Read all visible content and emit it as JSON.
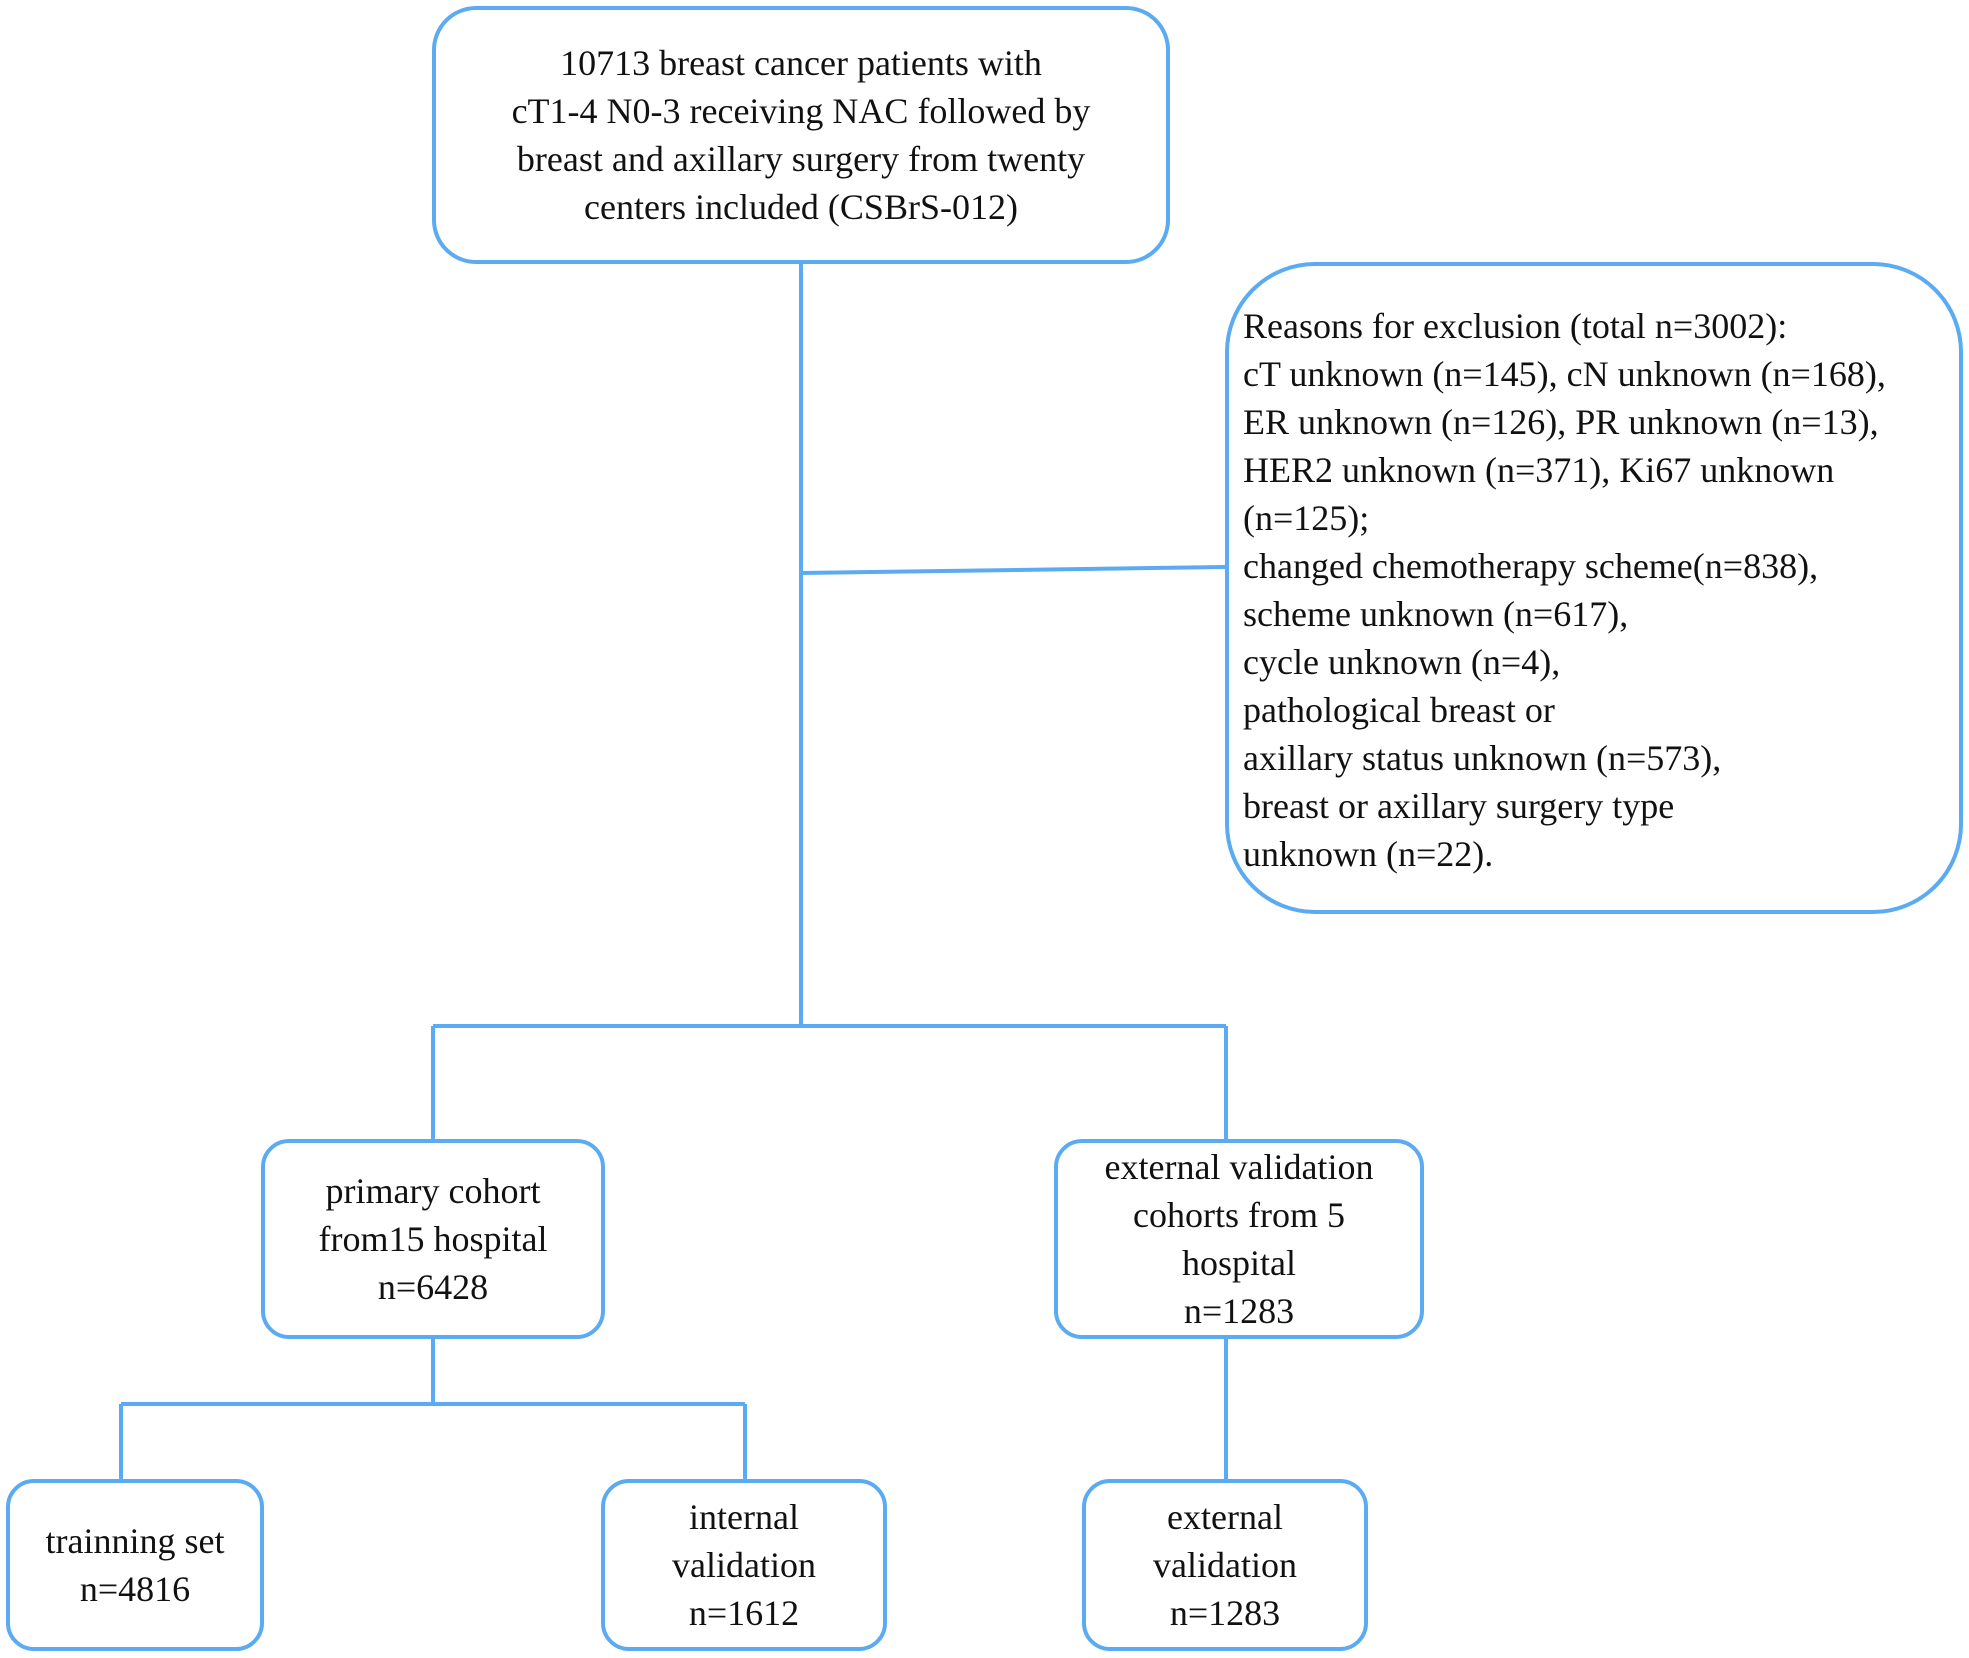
{
  "nodes": {
    "top": {
      "lines": [
        "10713 breast cancer patients with",
        "cT1-4 N0-3 receiving NAC followed by",
        "breast and axillary surgery from twenty",
        "centers included (CSBrS-012)"
      ]
    },
    "exclusion": {
      "lines": [
        "Reasons for exclusion (total n=3002):",
        "cT unknown (n=145), cN unknown  (n=168),",
        "ER unknown (n=126), PR  unknown (n=13),",
        "HER2 unknown  (n=371), Ki67 unknown",
        "(n=125);",
        "changed chemotherapy  scheme(n=838),",
        "scheme unknown (n=617),",
        "cycle  unknown (n=4),",
        "pathological breast or",
        "axillary status unknown (n=573),",
        "breast or axillary surgery type",
        "unknown (n=22)."
      ]
    },
    "primary": {
      "lines": [
        "primary cohort",
        "from15 hospital",
        "n=6428"
      ]
    },
    "external_cohort": {
      "lines": [
        "external validation",
        "cohorts from 5",
        "hospital",
        "n=1283"
      ]
    },
    "training": {
      "lines": [
        "trainning set",
        "n=4816"
      ]
    },
    "internal": {
      "lines": [
        "internal",
        "validation",
        "n=1612"
      ]
    },
    "external": {
      "lines": [
        "external",
        "validation",
        "n=1283"
      ]
    }
  },
  "colors": {
    "box_border": "#5aabf2",
    "connector": "#5aabf2",
    "text": "#111111",
    "background": "#ffffff"
  }
}
